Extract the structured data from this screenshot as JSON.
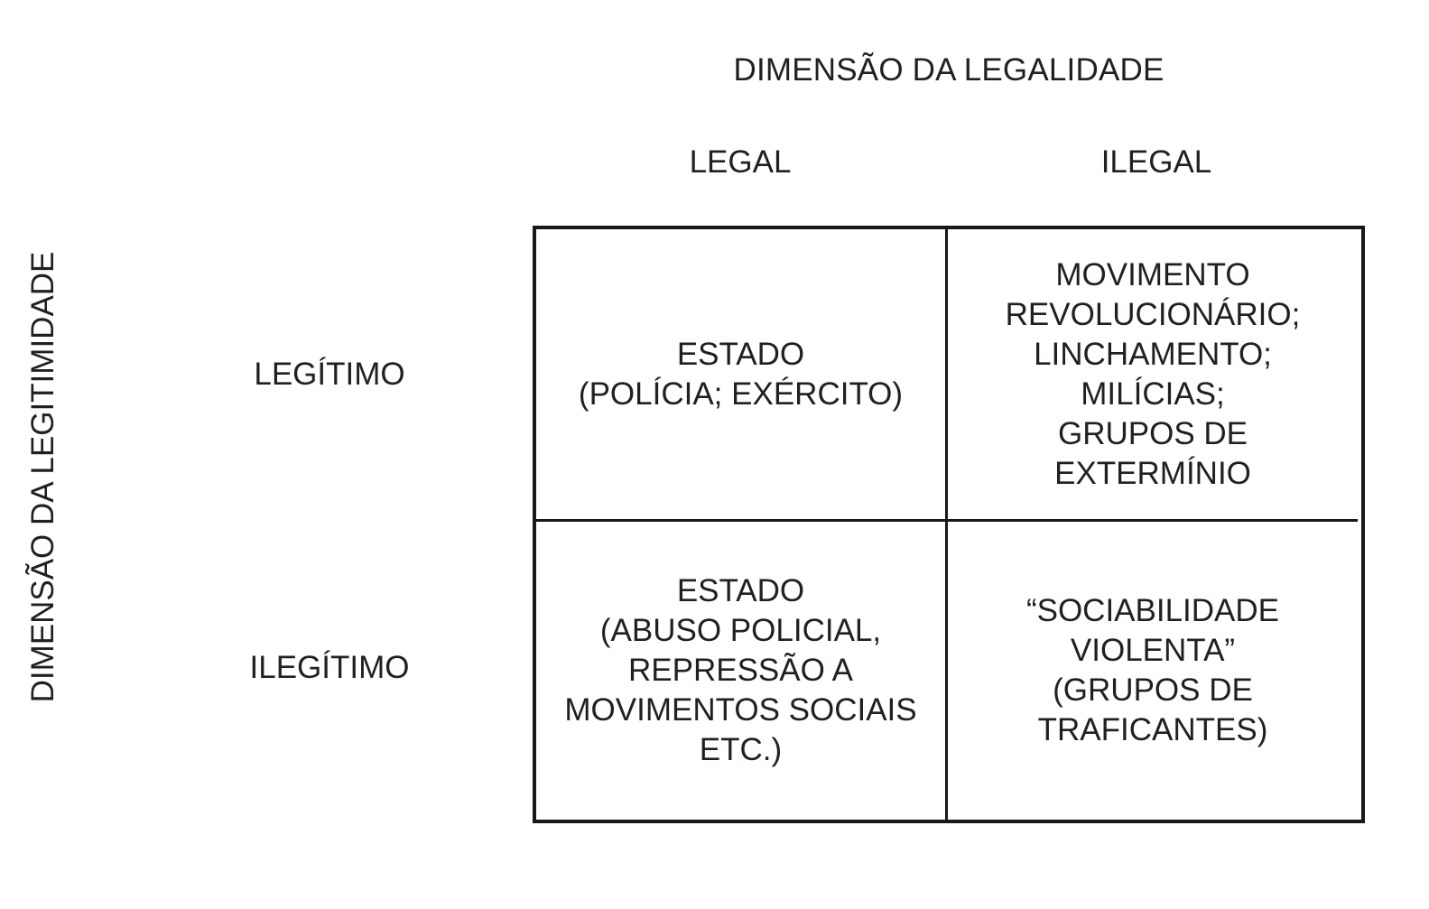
{
  "diagram": {
    "type": "2x2-matrix",
    "x_axis_title": "DIMENSÃO DA LEGALIDADE",
    "y_axis_title": "DIMENSÃO DA LEGITIMIDADE",
    "columns": [
      {
        "key": "legal",
        "label": "LEGAL"
      },
      {
        "key": "ilegal",
        "label": "ILEGAL"
      }
    ],
    "rows": [
      {
        "key": "legitimo",
        "label": "LEGÍTIMO"
      },
      {
        "key": "ilegitimo",
        "label": "ILEGÍTIMO"
      }
    ],
    "cells": [
      {
        "row": "legitimo",
        "column": "legal",
        "text": "ESTADO\n(POLÍCIA; EXÉRCITO)"
      },
      {
        "row": "legitimo",
        "column": "ilegal",
        "text": "MOVIMENTO\nREVOLUCIONÁRIO;\nLINCHAMENTO;\nMILÍCIAS;\nGRUPOS DE EXTERMÍNIO"
      },
      {
        "row": "ilegitimo",
        "column": "legal",
        "text": "ESTADO\n(ABUSO POLICIAL,\nREPRESSÃO A\nMOVIMENTOS SOCIAIS\nETC.)"
      },
      {
        "row": "ilegitimo",
        "column": "ilegal",
        "text": "“SOCIABILIDADE\nVIOLENTA”\n(GRUPOS DE\nTRAFICANTES)"
      }
    ],
    "colors": {
      "background": "#ffffff",
      "text": "#231f20",
      "border": "#181818"
    }
  }
}
